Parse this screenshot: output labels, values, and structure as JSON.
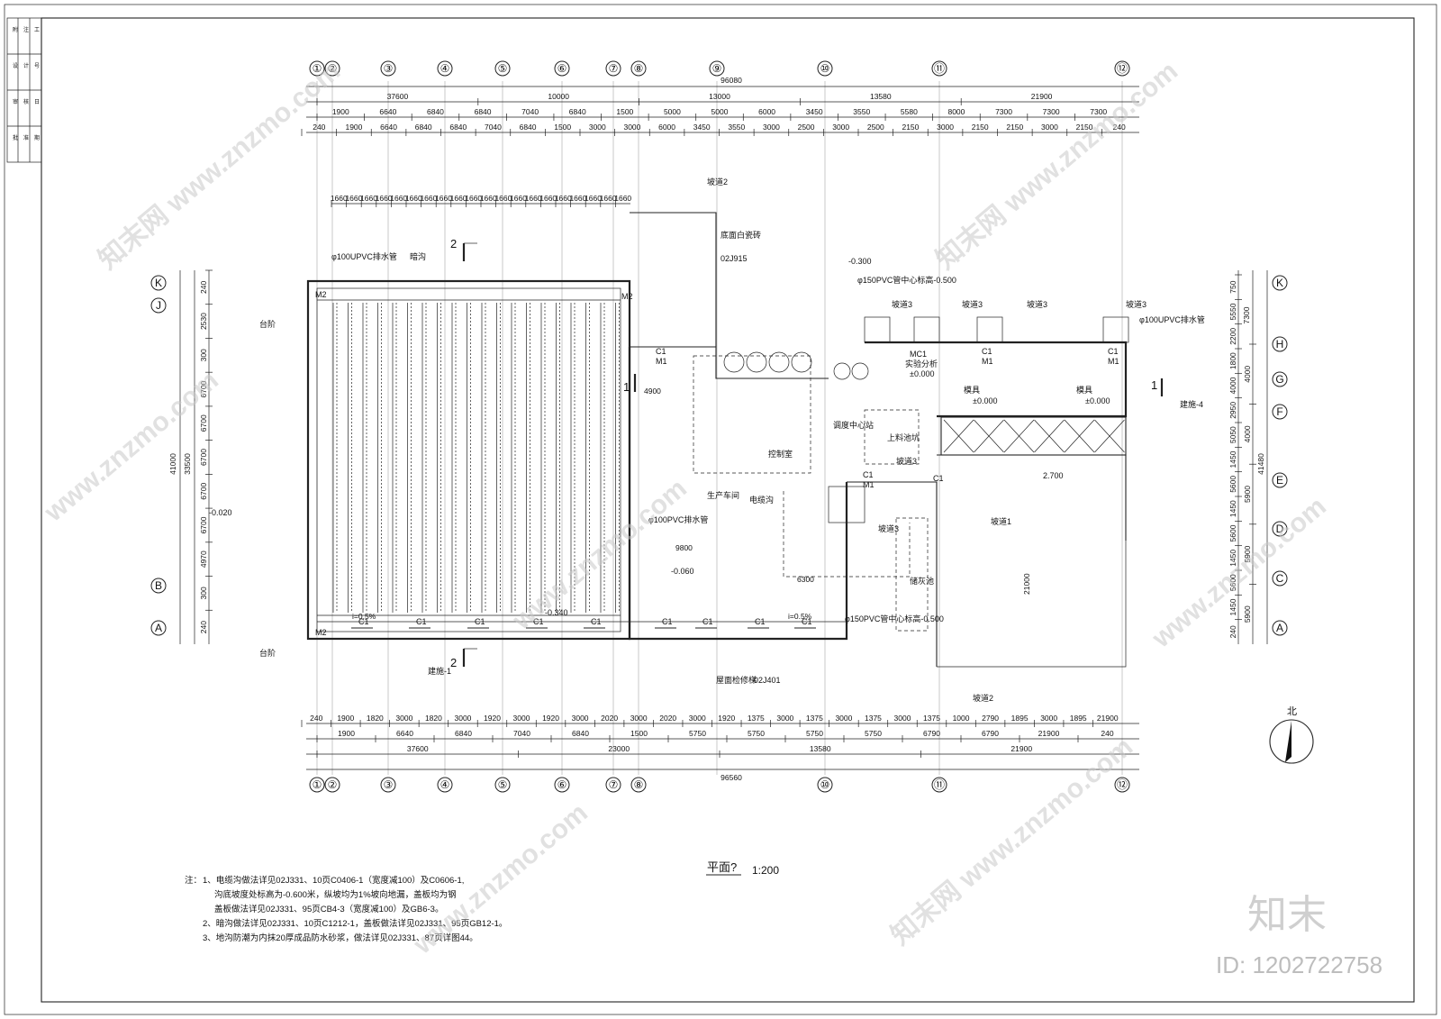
{
  "title_block": {
    "cells": [
      "附",
      "注",
      "设",
      "计",
      "审",
      "核",
      "工",
      "号",
      "日",
      "期",
      "批",
      "准"
    ]
  },
  "top_dims": {
    "overall": "96080",
    "row1": [
      "37600",
      "10000",
      "13000",
      "13580",
      "21900"
    ],
    "row2": [
      "1900",
      "6640",
      "6840",
      "6840",
      "7040",
      "6840",
      "1500",
      "5000",
      "5000",
      "6000",
      "3450",
      "3550",
      "5580",
      "8000",
      "7300",
      "7300",
      "7300"
    ],
    "row3": [
      "240",
      "1900",
      "6640",
      "6840",
      "6840",
      "7040",
      "6840",
      "1500",
      "3000",
      "3000",
      "6000",
      "3450",
      "3550",
      "3000",
      "2500",
      "3000",
      "2500",
      "2150",
      "3000",
      "2150",
      "2150",
      "3000",
      "2150",
      "240"
    ],
    "grate": [
      "1660",
      "1660",
      "1660",
      "1660",
      "1660",
      "1660",
      "1660",
      "1660",
      "1660",
      "1660",
      "1660",
      "1660",
      "1660",
      "1660",
      "1660",
      "1660",
      "1660",
      "1660",
      "1660",
      "1660"
    ]
  },
  "bottom_dims": {
    "overall": "96560",
    "row1": [
      "37600",
      "23000",
      "13580",
      "21900"
    ],
    "row2": [
      "1900",
      "6640",
      "6840",
      "7040",
      "6840",
      "1500",
      "5750",
      "5750",
      "5750",
      "5750",
      "6790",
      "6790",
      "21900",
      "240"
    ],
    "row3": [
      "240",
      "1900",
      "1820",
      "3000",
      "1820",
      "3000",
      "1920",
      "3000",
      "1920",
      "3000",
      "2020",
      "3000",
      "2020",
      "3000",
      "1920",
      "1375",
      "3000",
      "1375",
      "3000",
      "1375",
      "3000",
      "1375",
      "1000",
      "2790",
      "1895",
      "3000",
      "1895",
      "21900"
    ]
  },
  "left_dims": {
    "overall": "41000",
    "mid": "33500",
    "segments": [
      "240",
      "2530",
      "300",
      "6700",
      "6700",
      "6700",
      "6700",
      "6700",
      "4970",
      "300",
      "240"
    ]
  },
  "right_dims": {
    "overall": "41480",
    "mid1": "7300",
    "segments": [
      "750",
      "5550",
      "2200",
      "1800",
      "4000",
      "2950",
      "5050",
      "1450",
      "5600",
      "1450",
      "5600",
      "1450",
      "5600",
      "1450",
      "240"
    ],
    "mid": [
      "4000",
      "4000",
      "5900",
      "5900",
      "5900"
    ]
  },
  "axes_top": [
    "①",
    "②",
    "③",
    "④",
    "⑤",
    "⑥",
    "⑦",
    "⑧",
    "⑨",
    "⑩",
    "⑪",
    "⑫"
  ],
  "axes_bottom": [
    "①",
    "②",
    "③",
    "④",
    "⑤",
    "⑥",
    "⑦",
    "⑧",
    "⑩",
    "⑪",
    "⑫"
  ],
  "axes_left": [
    "K",
    "J",
    "B",
    "A"
  ],
  "axes_right": [
    "K",
    "H",
    "G",
    "F",
    "E",
    "D",
    "C",
    "A"
  ],
  "labels": {
    "pvc_drain": "φ100UPVC排水管",
    "dark_trench": "暗沟",
    "step_top": "台阶",
    "step_bottom": "台阶",
    "section_2": "2",
    "section_1": "1",
    "ramp_2_top": "坡道2",
    "ramp_1": "坡道1",
    "ramp_3": "坡道3",
    "ramp_2_bottom": "坡道2",
    "wall_tank": "底面白瓷砖",
    "ref_02j915": "02J915",
    "elev_m0300": "-0.300",
    "elev_m0020": "-0.020",
    "elev_m0060": "-0.060",
    "elev_m0340": "-0.340",
    "elev_0000": "±0.000",
    "elev_2700": "2.700",
    "pvc_150": "φ150PVC管中心标高-0.500",
    "pvc_150b": "φ150PVC管中心标高-0.500",
    "pvc_100c": "φ100UPVC排水管",
    "pvc_100d": "φ100PVC排水管",
    "center_control": "调度中心站",
    "feed_pit": "上料池坑",
    "control_room": "控制室",
    "production_room": "生产车间",
    "cable_trench": "电缆沟",
    "storage": "储灰池",
    "tool1": "模具",
    "tool2": "模具",
    "lab": "实验分析",
    "constr4": "建施-4",
    "constr1": "建施-1",
    "ref_02j401": "02J401",
    "stair_label": "屋面检修梯",
    "c1": "C1",
    "m1": "M1",
    "m2": "M2",
    "mc1": "MC1",
    "slope": "i=0.5%",
    "north": "北",
    "dim_4900": "4900",
    "dim_9800": "9800",
    "dim_6300": "6300",
    "dim_21000": "21000"
  },
  "plan_title": "平面?",
  "scale": "1:200",
  "notes": {
    "prefix": "注：",
    "n1": "1、电缆沟做法详见02J331、10页C0406-1（宽度减100）及C0606-1,",
    "n1b": "沟底坡度处标高为-0.600米，纵坡均为1%坡向地漏，盖板均为钢",
    "n1c": "盖板做法详见02J331、95页CB4-3（宽度减100）及GB6-3。",
    "n2": "2、暗沟做法详见02J331、10页C1212-1，盖板做法详见02J331、95页GB12-1。",
    "n3": "3、地沟防潮为内抹20厚成品防水砂浆，做法详见02J331、87页详图44。"
  },
  "watermarks": [
    "www.znzmo.com",
    "知末网 www.znzmo.com"
  ],
  "brand": "知末",
  "id_text": "ID: 1202722758"
}
